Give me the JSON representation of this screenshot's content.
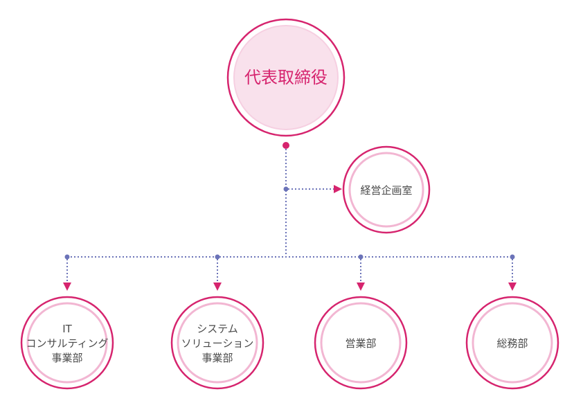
{
  "colors": {
    "accent": "#d6246e",
    "ring": "#f2b6d2",
    "ring_soft": "#f6cfe1",
    "fill": "#f9e1ec",
    "connector": "#6b73b8",
    "text": "#4a4a4a",
    "top_text": "#d6246e"
  },
  "org": {
    "top": {
      "label": "代表取締役"
    },
    "staff": {
      "label": "経営企画室"
    },
    "departments": [
      {
        "lines": [
          "IT",
          "コンサルティング",
          "事業部"
        ]
      },
      {
        "lines": [
          "システム",
          "ソリューション",
          "事業部"
        ]
      },
      {
        "lines": [
          "営業部"
        ]
      },
      {
        "lines": [
          "総務部"
        ]
      }
    ]
  }
}
